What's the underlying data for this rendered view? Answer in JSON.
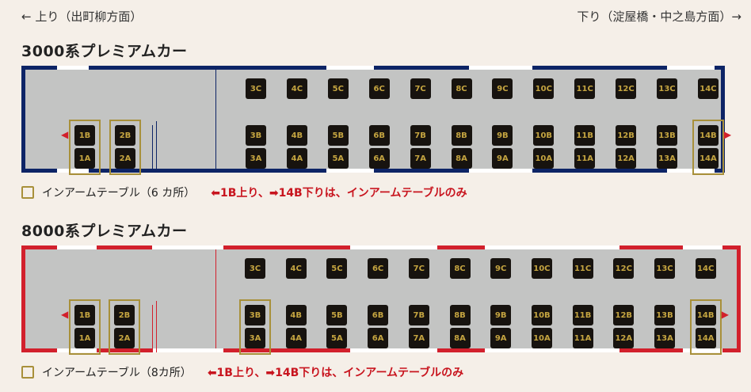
{
  "directions": {
    "left": "← 上り（出町柳方面）",
    "right": "下り（淀屋橋・中之島方面）→"
  },
  "cars": [
    {
      "title": "3000系プレミアムカー",
      "color": "#0d2466",
      "rows": {
        "C": [
          "3C",
          "4C",
          "5C",
          "6C",
          "7C",
          "8C",
          "9C",
          "10C",
          "11C",
          "12C",
          "13C",
          "14C"
        ],
        "B": [
          "1B",
          "2B",
          "3B",
          "4B",
          "5B",
          "6B",
          "7B",
          "8B",
          "9B",
          "10B",
          "11B",
          "12B",
          "13B",
          "14B"
        ],
        "A": [
          "1A",
          "2A",
          "3A",
          "4A",
          "5A",
          "6A",
          "7A",
          "8A",
          "9A",
          "10A",
          "11A",
          "12A",
          "13A",
          "14A"
        ]
      },
      "armrest_table_seats": [
        1,
        2,
        14
      ],
      "legend": "インアームテーブル（6 カ所）",
      "note": "⬅1B上り、➡14B下りは、インアームテーブルのみ"
    },
    {
      "title": "8000系プレミアムカー",
      "color": "#d2202c",
      "rows": {
        "C": [
          "3C",
          "4C",
          "5C",
          "6C",
          "7C",
          "8C",
          "9C",
          "10C",
          "11C",
          "12C",
          "13C",
          "14C"
        ],
        "B": [
          "1B",
          "2B",
          "3B",
          "4B",
          "5B",
          "6B",
          "7B",
          "8B",
          "9B",
          "10B",
          "11B",
          "12B",
          "13B",
          "14B"
        ],
        "A": [
          "1A",
          "2A",
          "3A",
          "4A",
          "5A",
          "6A",
          "7A",
          "8A",
          "9A",
          "10A",
          "11A",
          "12A",
          "13A",
          "14A"
        ]
      },
      "armrest_table_seats": [
        1,
        2,
        3,
        14
      ],
      "legend": "インアームテーブル（8カ所）",
      "note": "⬅1B上り、➡14B下りは、インアームテーブルのみ"
    }
  ],
  "colors": {
    "seat": "#17130f",
    "seat_text": "#c4a440",
    "table_frame": "#a8903a",
    "accent": "#d2202c"
  }
}
